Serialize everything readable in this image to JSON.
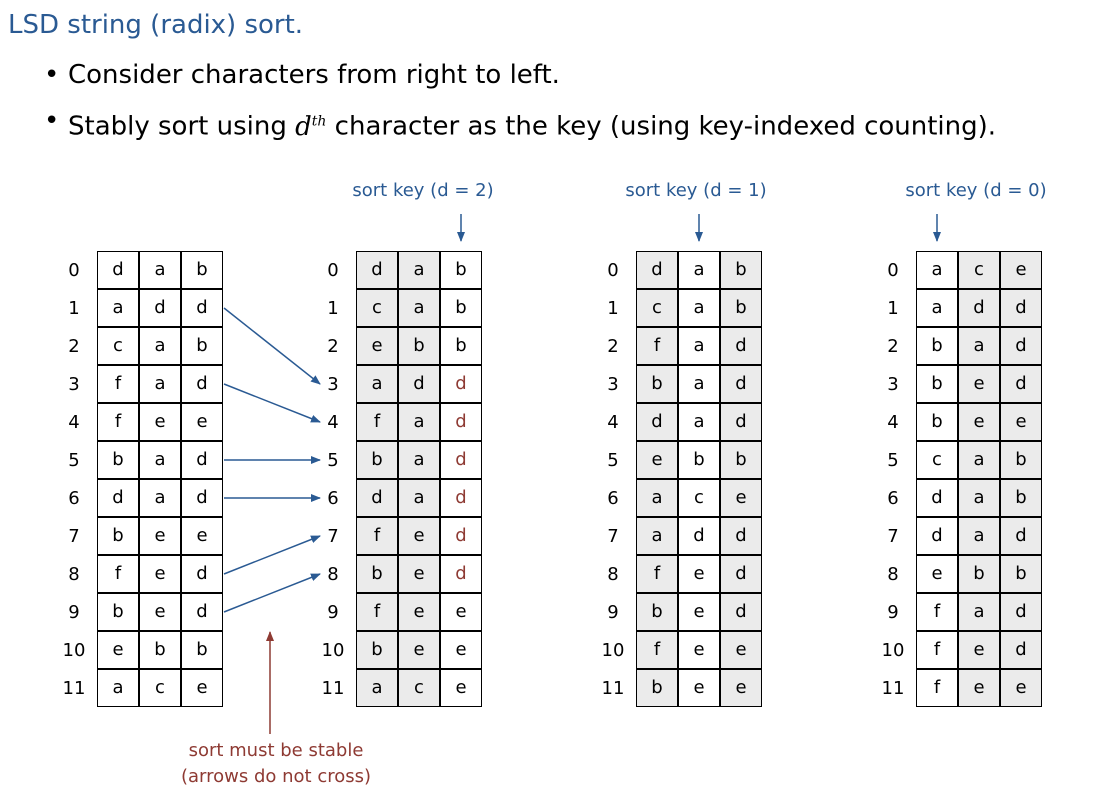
{
  "title": "LSD string (radix) sort.",
  "bullets": {
    "b1": "Consider characters from right to left.",
    "b2_prefix": "Stably sort using ",
    "b2_d": "d",
    "b2_th": "th",
    "b2_suffix": " character as the key (using key-indexed counting)."
  },
  "tables": [
    {
      "key_label": "",
      "key_col": null,
      "highlight_rows": [],
      "rows": [
        [
          "d",
          "a",
          "b"
        ],
        [
          "a",
          "d",
          "d"
        ],
        [
          "c",
          "a",
          "b"
        ],
        [
          "f",
          "a",
          "d"
        ],
        [
          "f",
          "e",
          "e"
        ],
        [
          "b",
          "a",
          "d"
        ],
        [
          "d",
          "a",
          "d"
        ],
        [
          "b",
          "e",
          "e"
        ],
        [
          "f",
          "e",
          "d"
        ],
        [
          "b",
          "e",
          "d"
        ],
        [
          "e",
          "b",
          "b"
        ],
        [
          "a",
          "c",
          "e"
        ]
      ]
    },
    {
      "key_label": "sort key (d = 2)",
      "key_col": 2,
      "highlight_rows": [
        3,
        4,
        5,
        6,
        7,
        8
      ],
      "rows": [
        [
          "d",
          "a",
          "b"
        ],
        [
          "c",
          "a",
          "b"
        ],
        [
          "e",
          "b",
          "b"
        ],
        [
          "a",
          "d",
          "d"
        ],
        [
          "f",
          "a",
          "d"
        ],
        [
          "b",
          "a",
          "d"
        ],
        [
          "d",
          "a",
          "d"
        ],
        [
          "f",
          "e",
          "d"
        ],
        [
          "b",
          "e",
          "d"
        ],
        [
          "f",
          "e",
          "e"
        ],
        [
          "b",
          "e",
          "e"
        ],
        [
          "a",
          "c",
          "e"
        ]
      ]
    },
    {
      "key_label": "sort key (d = 1)",
      "key_col": 1,
      "highlight_rows": [],
      "rows": [
        [
          "d",
          "a",
          "b"
        ],
        [
          "c",
          "a",
          "b"
        ],
        [
          "f",
          "a",
          "d"
        ],
        [
          "b",
          "a",
          "d"
        ],
        [
          "d",
          "a",
          "d"
        ],
        [
          "e",
          "b",
          "b"
        ],
        [
          "a",
          "c",
          "e"
        ],
        [
          "a",
          "d",
          "d"
        ],
        [
          "f",
          "e",
          "d"
        ],
        [
          "b",
          "e",
          "d"
        ],
        [
          "f",
          "e",
          "e"
        ],
        [
          "b",
          "e",
          "e"
        ]
      ]
    },
    {
      "key_label": "sort key (d = 0)",
      "key_col": 0,
      "highlight_rows": [],
      "rows": [
        [
          "a",
          "c",
          "e"
        ],
        [
          "a",
          "d",
          "d"
        ],
        [
          "b",
          "a",
          "d"
        ],
        [
          "b",
          "e",
          "d"
        ],
        [
          "b",
          "e",
          "e"
        ],
        [
          "c",
          "a",
          "b"
        ],
        [
          "d",
          "a",
          "b"
        ],
        [
          "d",
          "a",
          "d"
        ],
        [
          "e",
          "b",
          "b"
        ],
        [
          "f",
          "a",
          "d"
        ],
        [
          "f",
          "e",
          "d"
        ],
        [
          "f",
          "e",
          "e"
        ]
      ]
    }
  ],
  "stable_note": {
    "line1": "sort must be stable",
    "line2": "(arrows do not cross)"
  },
  "arrows": [
    [
      1,
      3
    ],
    [
      3,
      4
    ],
    [
      5,
      5
    ],
    [
      6,
      6
    ],
    [
      8,
      7
    ],
    [
      9,
      8
    ]
  ],
  "colors": {
    "blue": "#2a5a93",
    "red": "#8e3a33",
    "gray": "#ebebeb"
  }
}
